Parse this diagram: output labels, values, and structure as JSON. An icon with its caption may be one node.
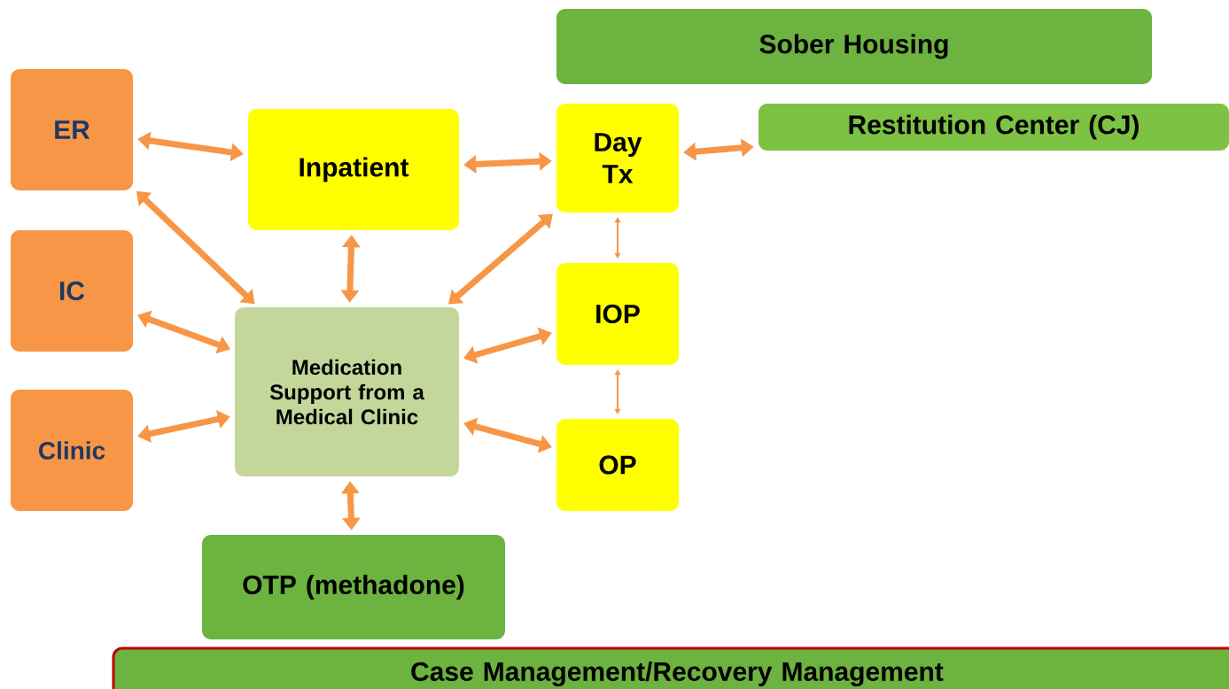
{
  "diagram": {
    "nodes": [
      {
        "text": [
          "Sober Housing"
        ]
      },
      {
        "text": [
          "ER"
        ]
      },
      {
        "text": [
          "Inpatient"
        ]
      },
      {
        "text": [
          "Day Tx"
        ]
      },
      {
        "text": [
          "Restitution Center (CJ)"
        ]
      },
      {
        "text": [
          "IC"
        ]
      },
      {
        "text": [
          "Medication Support from a Medical Clinic"
        ]
      },
      {
        "text": [
          "IOP"
        ]
      },
      {
        "text": [
          "Clinic"
        ]
      },
      {
        "text": [
          "OP"
        ]
      },
      {
        "text": [
          "OTP (methadone)"
        ]
      },
      {
        "text": [
          "Case Management/Recovery Management"
        ]
      }
    ],
    "edges": [
      {
        "from": 1,
        "to": 2,
        "arrow": "both"
      },
      {
        "from": 1,
        "to": 6,
        "arrow": "both"
      },
      {
        "from": 2,
        "to": 3,
        "arrow": "both"
      },
      {
        "from": 2,
        "to": 6,
        "arrow": "both"
      },
      {
        "from": 3,
        "to": 4,
        "arrow": "both"
      },
      {
        "from": 3,
        "to": 6,
        "arrow": "both"
      },
      {
        "from": 3,
        "to": 7,
        "arrow": "both"
      },
      {
        "from": 5,
        "to": 6,
        "arrow": "both"
      },
      {
        "from": 6,
        "to": 7,
        "arrow": "both"
      },
      {
        "from": 7,
        "to": 9,
        "arrow": "both"
      },
      {
        "from": 8,
        "to": 6,
        "arrow": "both"
      },
      {
        "from": 6,
        "to": 9,
        "arrow": "both"
      },
      {
        "from": 6,
        "to": 10,
        "arrow": "both"
      }
    ]
  }
}
